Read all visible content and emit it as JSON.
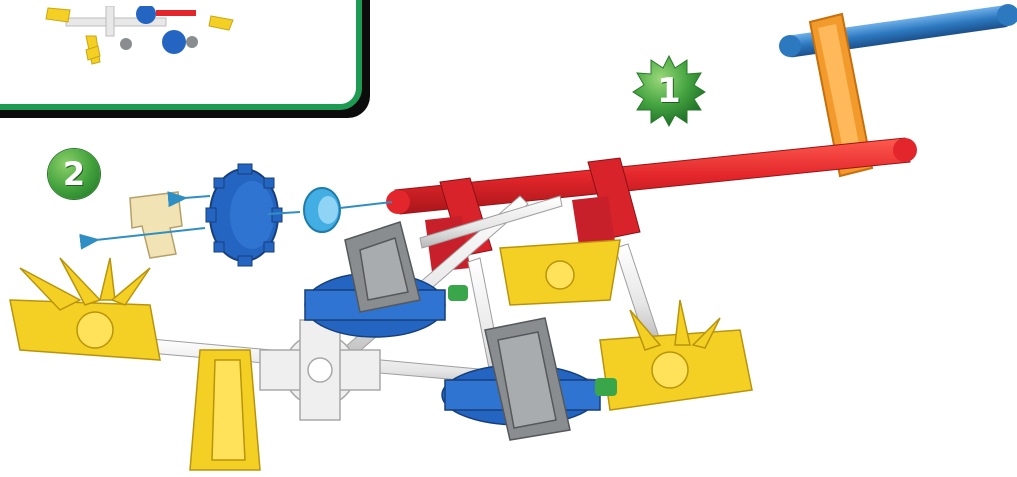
{
  "steps": {
    "step_1": "1",
    "step_2": "2"
  },
  "colors": {
    "red_rod": "#e3262b",
    "blue_rod": "#2d79c0",
    "orange_connector": "#f39a2c",
    "yellow_connector": "#f4d024",
    "blue_gear": "#2565c2",
    "light_blue_spacer": "#43aee3",
    "grey_connector": "#8a8d90",
    "white_connector": "#ececec",
    "green_badge": "#3f9f3a",
    "inset_border": "#1d9b52",
    "arrow": "#2f8fc4"
  },
  "icons": {
    "step_1_badge": "starburst-badge",
    "step_2_badge": "circle-badge",
    "assembly_arrow": "arrow-left-icon"
  }
}
